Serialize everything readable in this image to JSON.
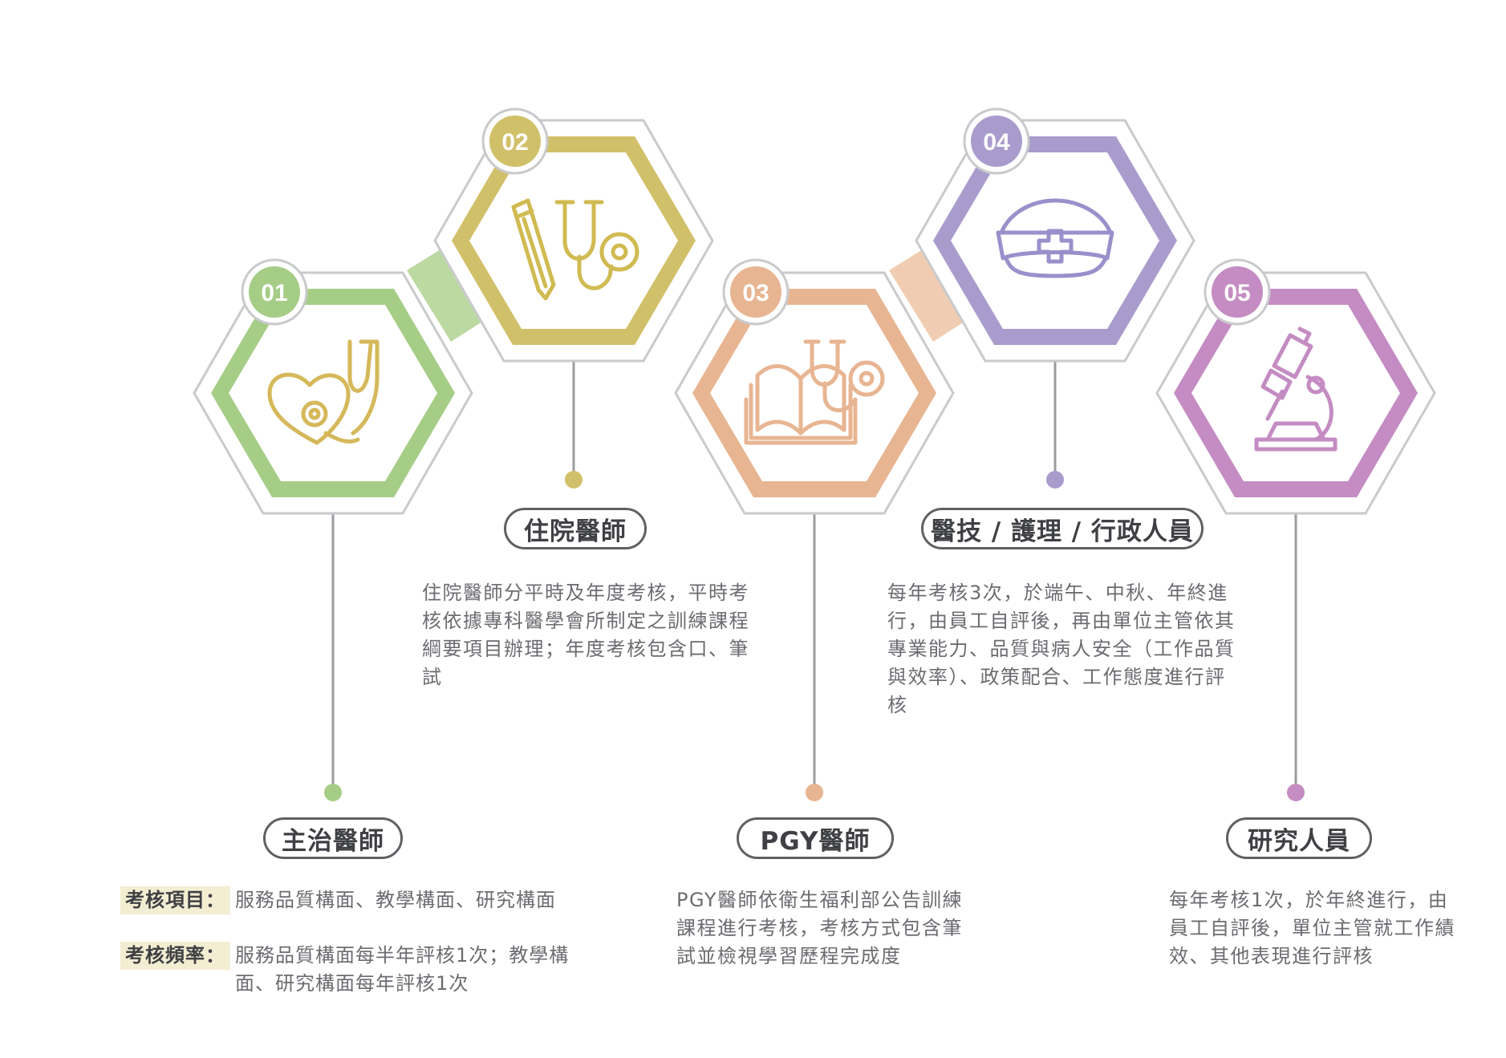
{
  "nodes": [
    {
      "number": "01",
      "title": "主治醫師",
      "color": "#a6cd86",
      "icon": "heart-stethoscope-icon"
    },
    {
      "number": "02",
      "title": "住院醫師",
      "color": "#d1c06a",
      "icon": "pencil-stethoscope-icon"
    },
    {
      "number": "03",
      "title": "PGY醫師",
      "color": "#e8b592",
      "icon": "book-stethoscope-icon"
    },
    {
      "number": "04",
      "title": "醫技 / 護理 / 行政人員",
      "color": "#a99ccd",
      "icon": "nurse-cap-icon"
    },
    {
      "number": "05",
      "title": "研究人員",
      "color": "#c48cc2",
      "icon": "microscope-icon"
    }
  ],
  "attending": {
    "item_label": "考核項目：",
    "item_value": "服務品質構面、教學構面、研究構面",
    "freq_label": "考核頻率：",
    "freq_value": "服務品質構面每半年評核1次；教學構面、研究構面每年評核1次"
  },
  "resident": {
    "description": "住院醫師分平時及年度考核，平時考核依據專科醫學會所制定之訓練課程綱要項目辦理；年度考核包含口、筆試"
  },
  "pgy": {
    "description": "PGY醫師依衛生福利部公告訓練課程進行考核，考核方式包含筆試並檢視學習歷程完成度"
  },
  "staff": {
    "description": "每年考核3次，於端午、中秋、年終進行，由員工自評後，再由單位主管依其專業能力、品質與病人安全（工作品質與效率）、政策配合、工作態度進行評核"
  },
  "researcher": {
    "description": "每年考核1次，於年終進行，由員工自評後，單位主管就工作績效、其他表現進行評核"
  },
  "colors": {
    "outline": "#c9cacc",
    "connector_line": "#9a9ca0",
    "text": "#6b6c70",
    "heading": "#3f4044",
    "key_highlight": "#f3edd2"
  }
}
